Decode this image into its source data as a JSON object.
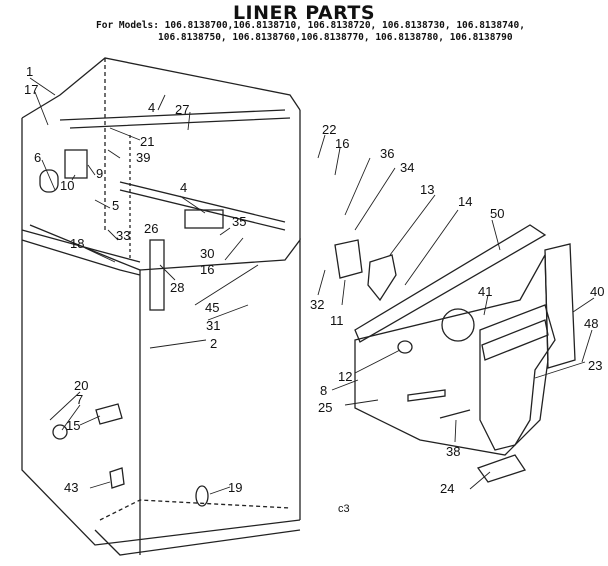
{
  "title": "LINER PARTS",
  "models": {
    "line1": "For Models: 106.8138700,106.8138710, 106.8138720, 106.8138730, 106.8138740,",
    "line2": "106.8138750, 106.8138760,106.8138770, 106.8138780, 106.8138790"
  },
  "footer_code": "c3",
  "callouts": [
    "1",
    "17",
    "6",
    "10",
    "9",
    "21",
    "39",
    "27",
    "4",
    "22",
    "16",
    "36",
    "34",
    "13",
    "14",
    "50",
    "5",
    "33",
    "18",
    "26",
    "4",
    "30",
    "35",
    "16",
    "28",
    "45",
    "31",
    "32",
    "11",
    "2",
    "41",
    "40",
    "48",
    "12",
    "23",
    "20",
    "7",
    "15",
    "43",
    "19",
    "8",
    "25",
    "38",
    "24"
  ]
}
